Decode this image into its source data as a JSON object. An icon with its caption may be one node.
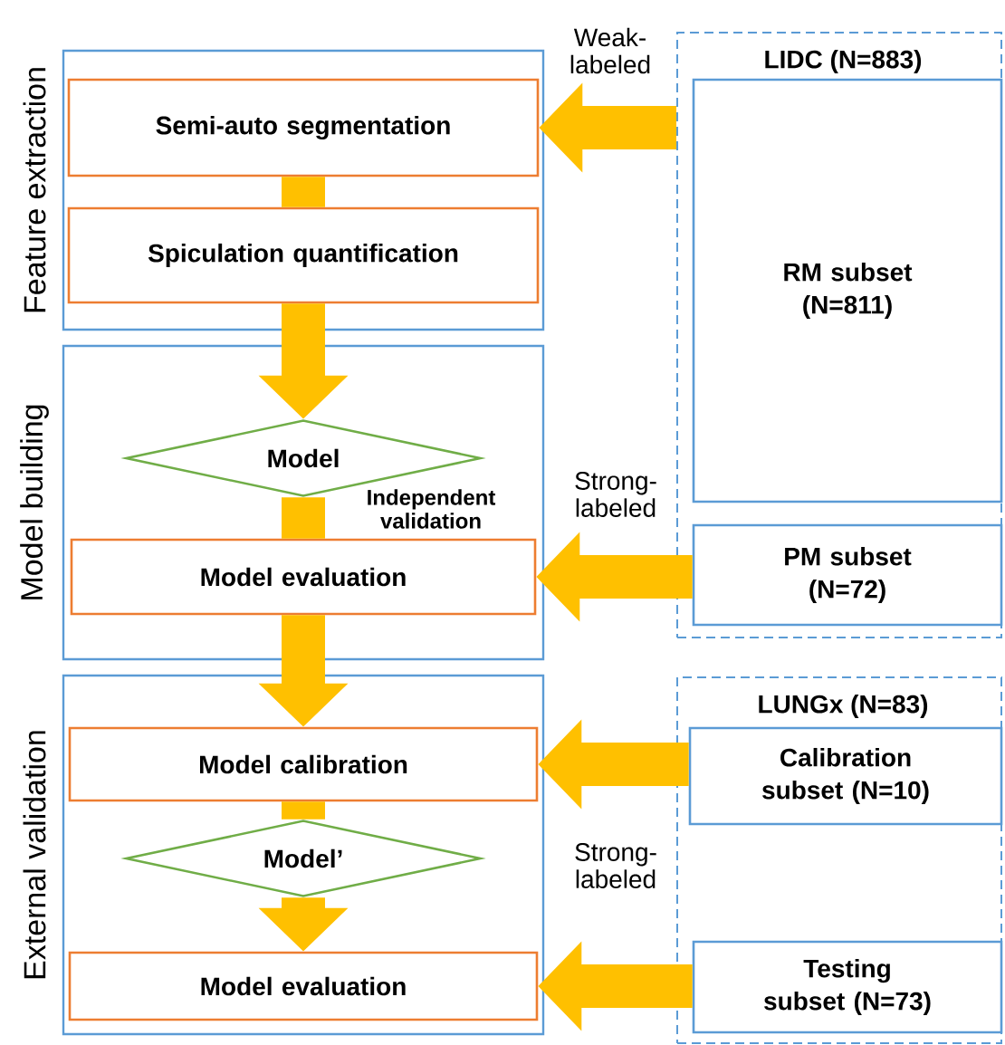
{
  "diagram": {
    "nodes": [
      {
        "text": [
          "Feature extraction"
        ]
      },
      {
        "text": [
          "Semi-auto segmentation"
        ],
        "in": 0
      },
      {
        "text": [
          "Spiculation quantification"
        ],
        "in": 0
      },
      {
        "text": [
          "Model building"
        ]
      },
      {
        "text": [
          "Model"
        ],
        "in": 3
      },
      {
        "text": [
          "Model evaluation"
        ],
        "in": 3
      },
      {
        "text": [
          "External validation"
        ]
      },
      {
        "text": [
          "Model calibration"
        ],
        "in": 6
      },
      {
        "text": [
          "Model’"
        ],
        "in": 6
      },
      {
        "text": [
          "Model evaluation"
        ],
        "in": 6
      },
      {
        "text": [
          "LIDC (N=883)"
        ]
      },
      {
        "text": [
          "RM subset (N=811)"
        ],
        "in": 10
      },
      {
        "text": [
          "PM subset (N=72)"
        ],
        "in": 10
      },
      {
        "text": [
          "LUNGx (N=83)"
        ]
      },
      {
        "text": [
          "Calibration subset (N=10)"
        ],
        "in": 13
      },
      {
        "text": [
          "Testing subset (N=73)"
        ],
        "in": 13
      }
    ],
    "edges": [
      {
        "from": 1,
        "to": 2,
        "arrow": "none"
      },
      {
        "from": 2,
        "to": 4,
        "arrow": "to"
      },
      {
        "from": 4,
        "to": 5,
        "arrow": "none",
        "label": "Independent validation"
      },
      {
        "from": 5,
        "to": 7,
        "arrow": "to"
      },
      {
        "from": 7,
        "to": 8,
        "arrow": "none"
      },
      {
        "from": 8,
        "to": 9,
        "arrow": "to"
      },
      {
        "from": 10,
        "to": 1,
        "arrow": "to",
        "label": "Weak-labeled"
      },
      {
        "from": 12,
        "to": 5,
        "arrow": "to",
        "label": "Strong-labeled"
      },
      {
        "from": 14,
        "to": 7,
        "arrow": "to"
      },
      {
        "from": 15,
        "to": 9,
        "arrow": "to"
      }
    ],
    "labels": [
      "Strong-labeled"
    ]
  }
}
